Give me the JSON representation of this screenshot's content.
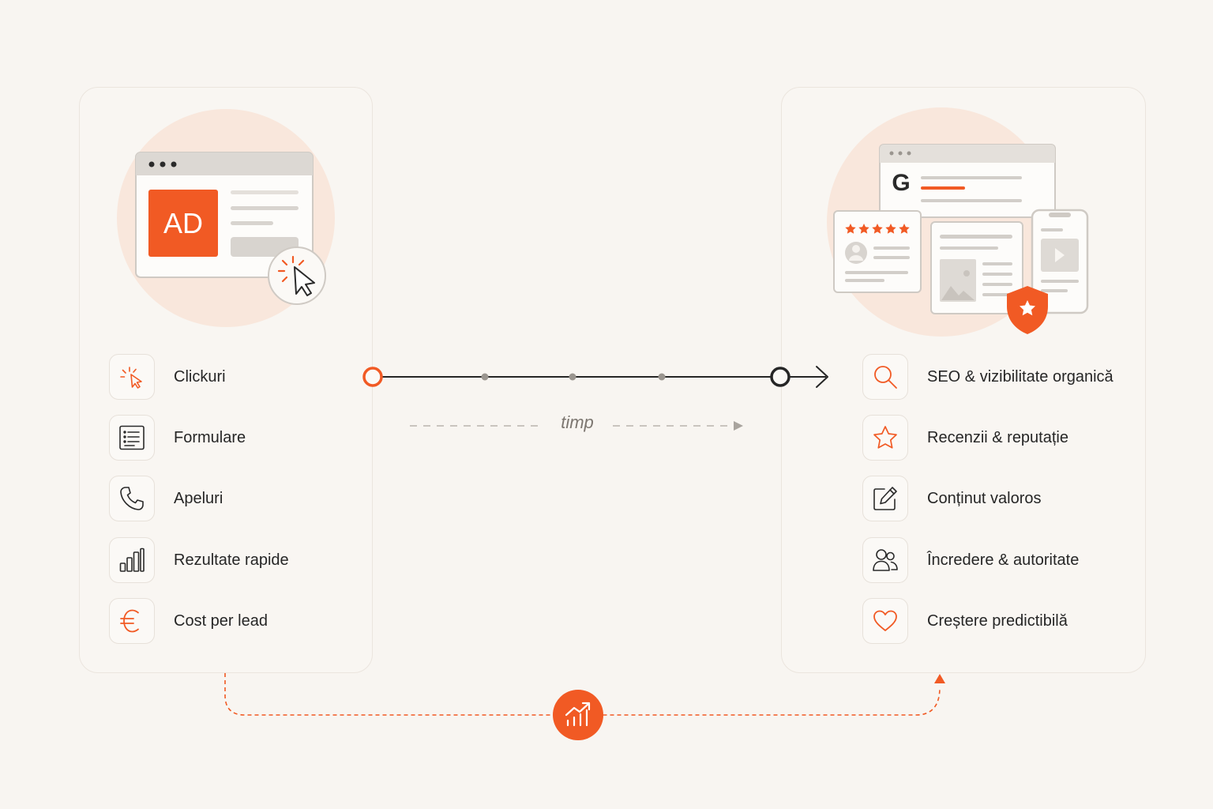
{
  "left_panel": {
    "ad_badge": "AD",
    "items": [
      {
        "label": "Clickuri",
        "icon": "click-icon"
      },
      {
        "label": "Formulare",
        "icon": "form-icon"
      },
      {
        "label": "Apeluri",
        "icon": "phone-icon"
      },
      {
        "label": "Rezultate rapide",
        "icon": "bar-chart-icon"
      },
      {
        "label": "Cost per lead",
        "icon": "euro-icon"
      }
    ]
  },
  "right_panel": {
    "search_logo": "G",
    "items": [
      {
        "label": "SEO & vizibilitate organică",
        "icon": "search-icon"
      },
      {
        "label": "Recenzii & reputație",
        "icon": "star-icon"
      },
      {
        "label": "Conținut valoros",
        "icon": "edit-icon"
      },
      {
        "label": "Încredere & autoritate",
        "icon": "users-icon"
      },
      {
        "label": "Creștere predictibilă",
        "icon": "heart-icon"
      }
    ]
  },
  "timeline": {
    "label": "timp"
  },
  "bottom_connector": {
    "icon": "growth-chart-icon"
  },
  "colors": {
    "accent": "#f15a24",
    "background": "#f8f5f1",
    "dark": "#262626"
  }
}
